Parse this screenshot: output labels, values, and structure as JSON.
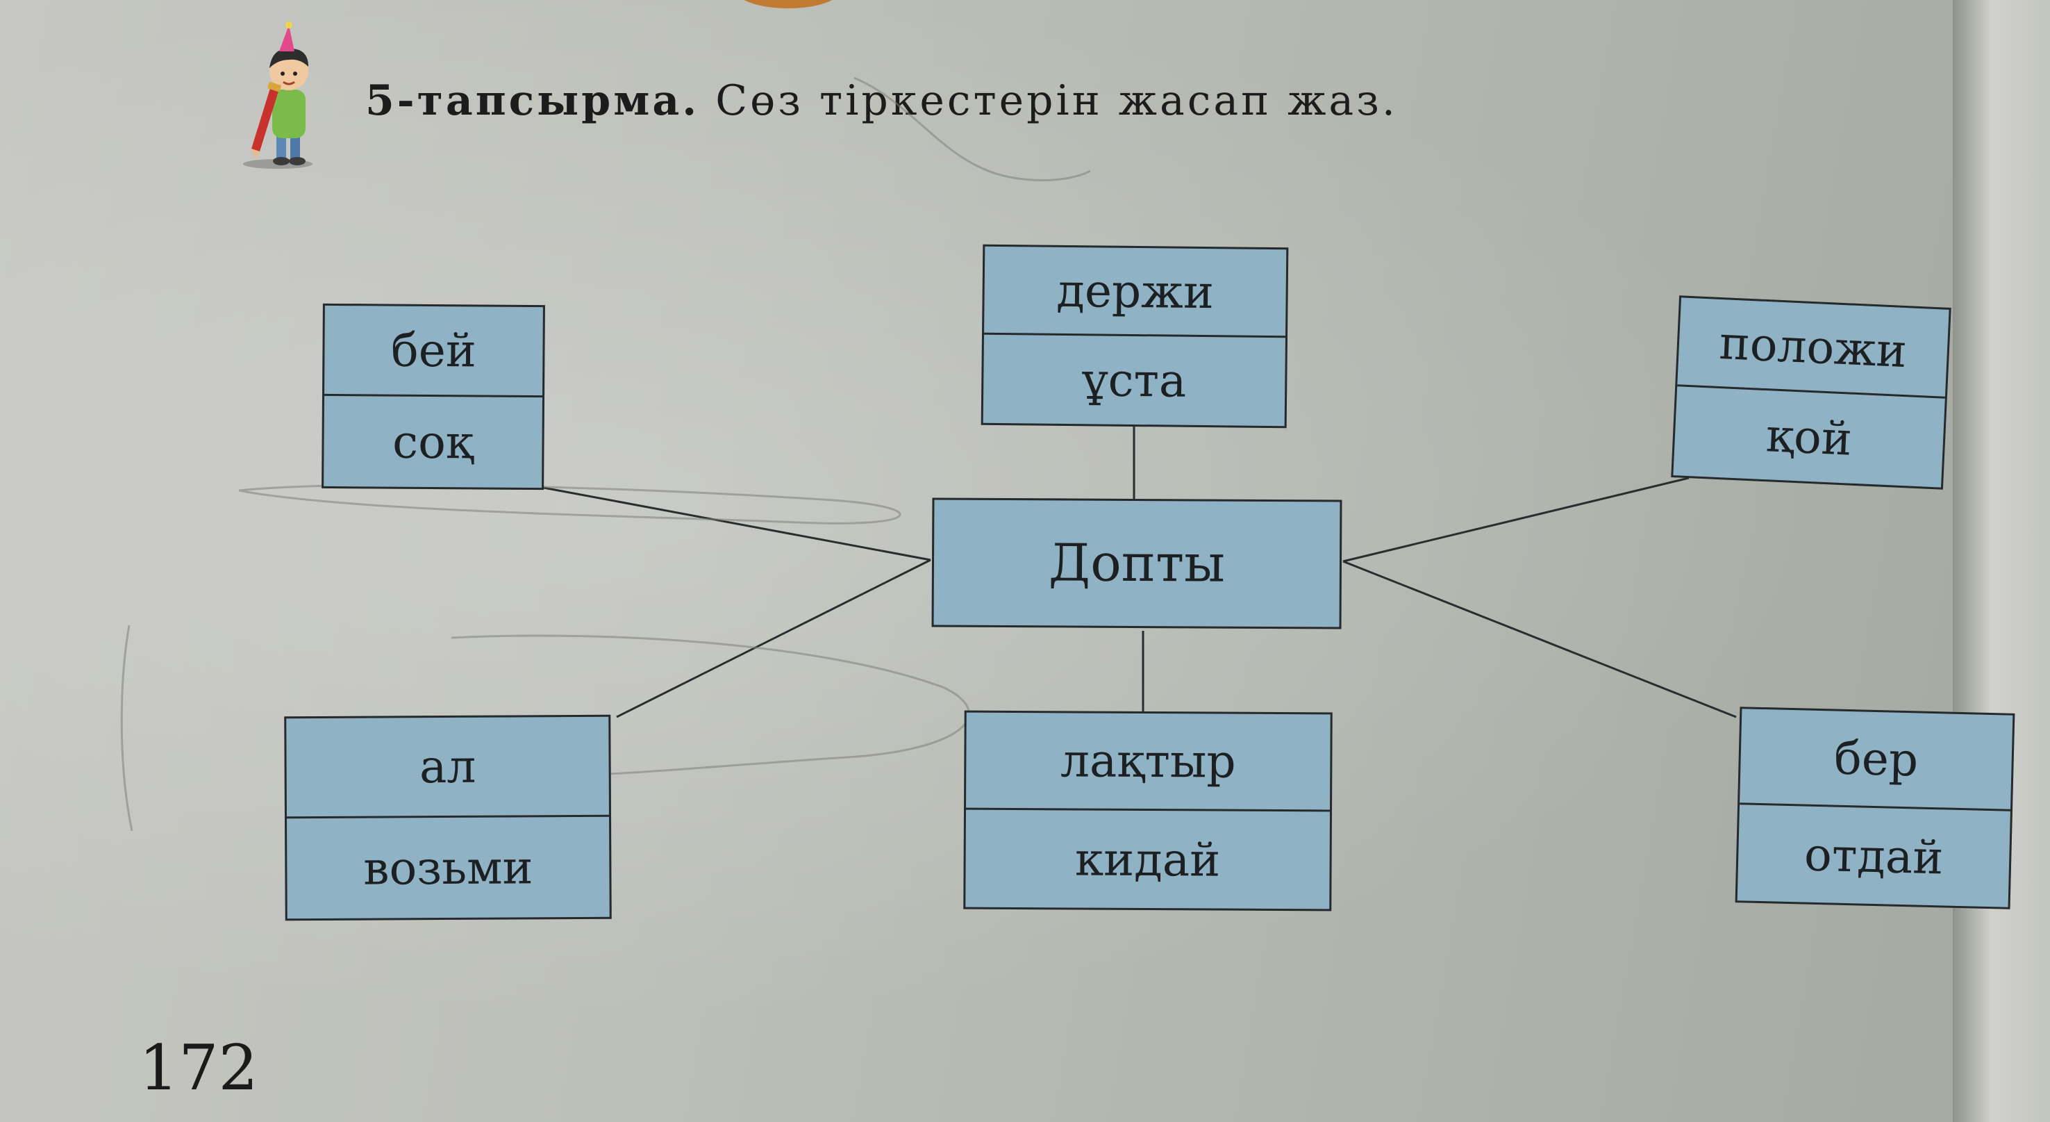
{
  "task": {
    "label": "5-тапсырма.",
    "instruction": "Сөз тіркестерін жасап жаз."
  },
  "diagram": {
    "center": "Допты",
    "top_left": {
      "top": "бей",
      "bottom": "соқ"
    },
    "top_middle": {
      "top": "держи",
      "bottom": "ұста"
    },
    "top_right": {
      "top": "положи",
      "bottom": "қой"
    },
    "bottom_left": {
      "top": "ал",
      "bottom": "возьми"
    },
    "bottom_middle": {
      "top": "лақтыр",
      "bottom": "кидай"
    },
    "bottom_right": {
      "top": "бер",
      "bottom": "отдай"
    }
  },
  "page_number": "172",
  "colors": {
    "box_fill": "#8fb3c5",
    "box_border": "#262a2c",
    "paper": "#c6c7c2"
  }
}
